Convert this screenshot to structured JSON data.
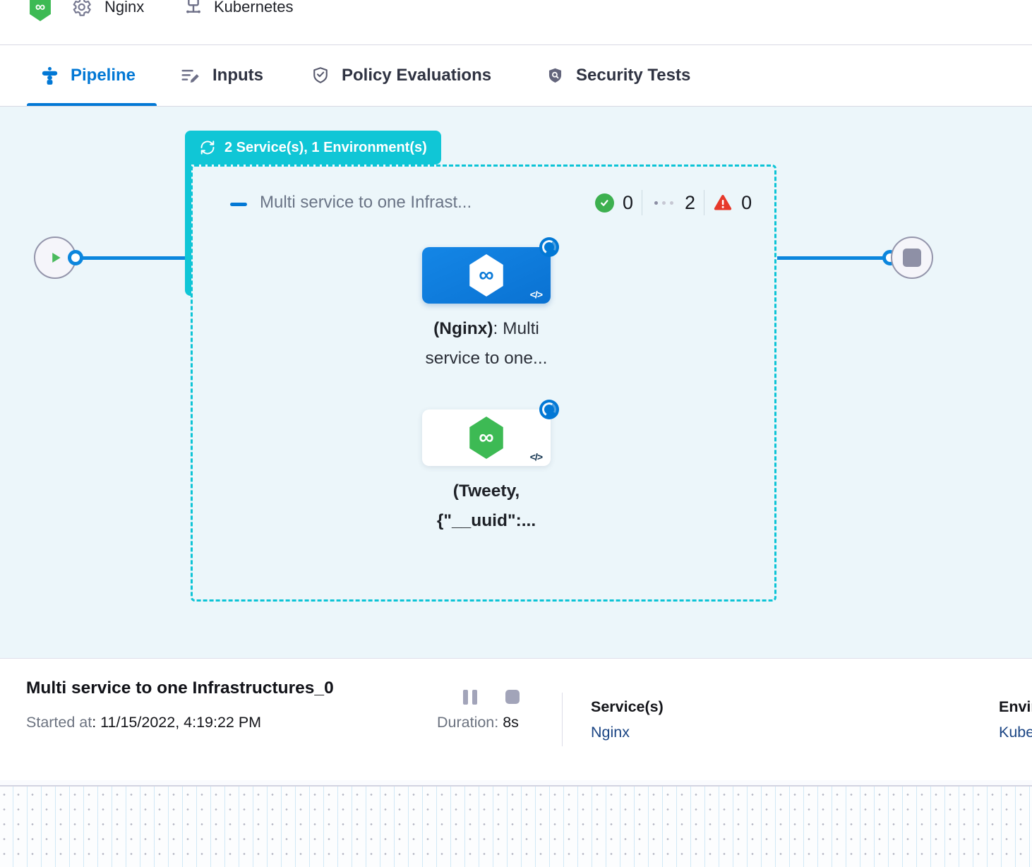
{
  "header": {
    "service_name": "Nginx",
    "environment_name": "Kubernetes"
  },
  "tabs": {
    "pipeline": "Pipeline",
    "inputs": "Inputs",
    "policy": "Policy Evaluations",
    "security": "Security Tests"
  },
  "stage": {
    "badge": "2 Service(s), 1 Environment(s)",
    "title": "Multi service to one Infrast...",
    "success_count": "0",
    "running_count": "2",
    "failed_count": "0"
  },
  "nodes": [
    {
      "line1_bold": "(Nginx)",
      "line1_rest": ": Multi",
      "line2": "service to one...",
      "code": "</>"
    },
    {
      "line1_bold": "(Tweety,",
      "line2": "{\"__uuid\":...",
      "code": "</>"
    }
  ],
  "footer": {
    "title": "Multi service to one Infrastructures_0",
    "started_label": "Started at",
    "started_value": ": 11/15/2022, 4:19:22 PM",
    "duration_label": "Duration: ",
    "duration_value": "8s",
    "services_label": "Service(s)",
    "services_value": "Nginx",
    "environments_label": "Environment(s)",
    "environments_value": "Kubernetes"
  },
  "colors": {
    "accent_blue": "#0278d5",
    "teal": "#10c6d6",
    "canvas_bg": "#ecf6fa",
    "green": "#3dba54",
    "red": "#e6392b",
    "link_navy": "#1b4584"
  }
}
